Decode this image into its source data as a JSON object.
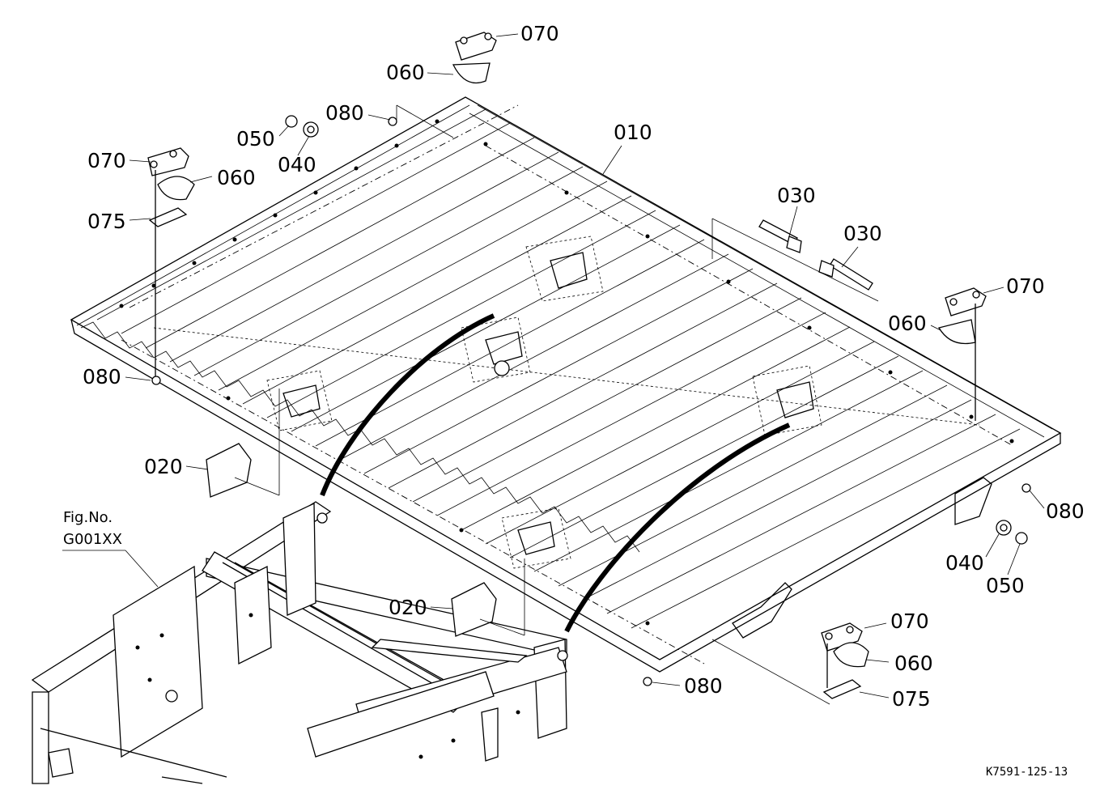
{
  "callouts": {
    "c070_top": "070",
    "c060_top": "060",
    "c080_top": "080",
    "c050_left": "050",
    "c040_left": "040",
    "c010": "010",
    "c070_left": "070",
    "c060_left": "060",
    "c075_left": "075",
    "c030_a": "030",
    "c030_b": "030",
    "c070_right": "070",
    "c060_right": "060",
    "c080_left": "080",
    "c020_left": "020",
    "c080_right": "080",
    "c040_right": "040",
    "c050_right": "050",
    "c020_mid": "020",
    "c070_bottom": "070",
    "c060_bottom": "060",
    "c080_bottom": "080",
    "c075_bottom": "075"
  },
  "fig_ref": {
    "label": "Fig.No.",
    "number": "G001XX"
  },
  "drawing_id": "K7591-125-13"
}
